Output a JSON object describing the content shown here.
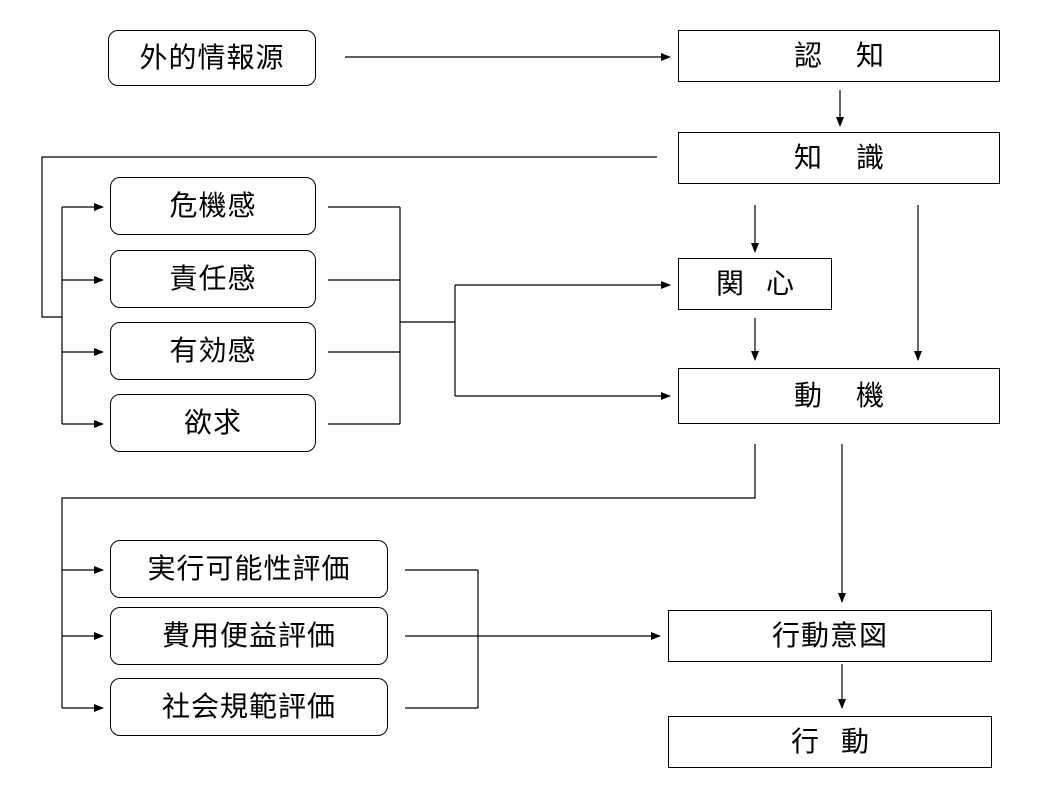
{
  "nodes": {
    "external_info": "外的情報源",
    "cognition": "認知",
    "knowledge": "知識",
    "crisis": "危機感",
    "responsibility": "責任感",
    "efficacy": "有効感",
    "desire": "欲求",
    "interest": "関心",
    "motivation": "動機",
    "feasibility": "実行可能性評価",
    "cost_benefit": "費用便益評価",
    "social_norm": "社会規範評価",
    "intention": "行動意図",
    "behavior": "行動"
  }
}
